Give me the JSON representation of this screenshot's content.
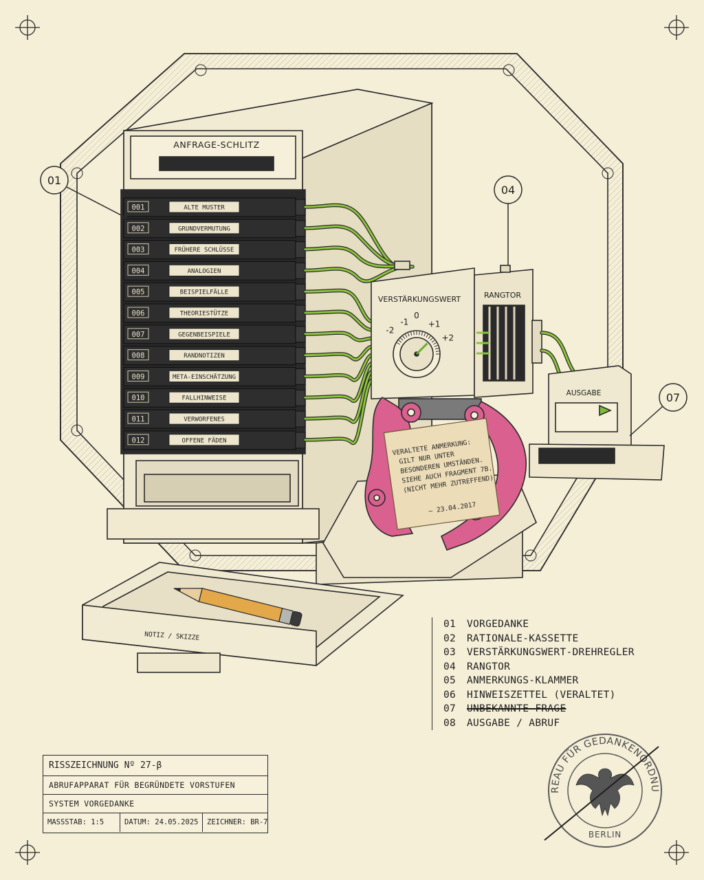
{
  "machine": {
    "request_slot_label": "ANFRAGE-SCHLITZ",
    "cassettes": [
      {
        "number": "001",
        "label": "ALTE MUSTER"
      },
      {
        "number": "002",
        "label": "GRUNDVERMUTUNG"
      },
      {
        "number": "003",
        "label": "FRÜHERE SCHLÜSSE"
      },
      {
        "number": "004",
        "label": "ANALOGIEN"
      },
      {
        "number": "005",
        "label": "BEISPIELFÄLLE"
      },
      {
        "number": "006",
        "label": "THEORIESTÜTZE"
      },
      {
        "number": "007",
        "label": "GEGENBEISPIELE"
      },
      {
        "number": "008",
        "label": "RANDNOTIZEN"
      },
      {
        "number": "009",
        "label": "META-EINSCHÄTZUNG"
      },
      {
        "number": "010",
        "label": "FALLHINWEISE"
      },
      {
        "number": "011",
        "label": "VERWORFENES"
      },
      {
        "number": "012",
        "label": "OFFENE FÄDEN"
      }
    ],
    "dial": {
      "title": "VERSTÄRKUNGSWERT",
      "scale": [
        "-2",
        "-1",
        "0",
        "+1",
        "+2"
      ],
      "pointer_value": 1.4
    },
    "gate_label": "RANGTOR",
    "output_label": "AUSGABE",
    "note": {
      "lines": [
        "VERALTETE ANMERKUNG:",
        "GILT NUR UNTER",
        "BESONDEREN UMSTÄNDEN.",
        "SIEHE AUCH FRAGMENT 7B.",
        "(NICHT MEHR ZUTREFFEND)"
      ],
      "signature": "– 23.04.2017"
    },
    "tray_label": "NOTIZ / SKIZZE"
  },
  "callouts": [
    {
      "id": "01"
    },
    {
      "id": "04"
    },
    {
      "id": "07"
    }
  ],
  "legend": [
    {
      "num": "01",
      "text": "VORGEDANKE",
      "struck": false
    },
    {
      "num": "02",
      "text": "RATIONALE-KASSETTE",
      "struck": false
    },
    {
      "num": "03",
      "text": "VERSTÄRKUNGSWERT-DREHREGLER",
      "struck": false
    },
    {
      "num": "04",
      "text": "RANGTOR",
      "struck": false
    },
    {
      "num": "05",
      "text": "ANMERKUNGS-KLAMMER",
      "struck": false
    },
    {
      "num": "06",
      "text": "HINWEISZETTEL (VERALTET)",
      "struck": false
    },
    {
      "num": "07",
      "text": "UNBEKANNTE FRAGE",
      "struck": true
    },
    {
      "num": "08",
      "text": "AUSGABE / ABRUF",
      "struck": false
    }
  ],
  "title_block": {
    "title": "RISSZEICHNUNG Nº 27-β",
    "subtitle": "ABRUFAPPARAT FÜR BEGRÜNDETE VORSTUFEN",
    "system": "SYSTEM VORGEDANKE",
    "scale": "MASSSTAB: 1:5",
    "date": "DATUM: 24.05.2025",
    "drafter": "ZEICHNER: BR-7"
  },
  "stamp": {
    "ring_text": "BUREAU FÜR GEDANKENORDNUNG",
    "city": "BERLIN"
  },
  "colors": {
    "paper": "#f5efd8",
    "ink": "#1e1e1e",
    "cassette": "#2e2e2e",
    "cable": "#8cc43c",
    "clamp": "#d9608f",
    "note_paper": "#ecdcb8",
    "arrow": "#7dbb3a"
  }
}
